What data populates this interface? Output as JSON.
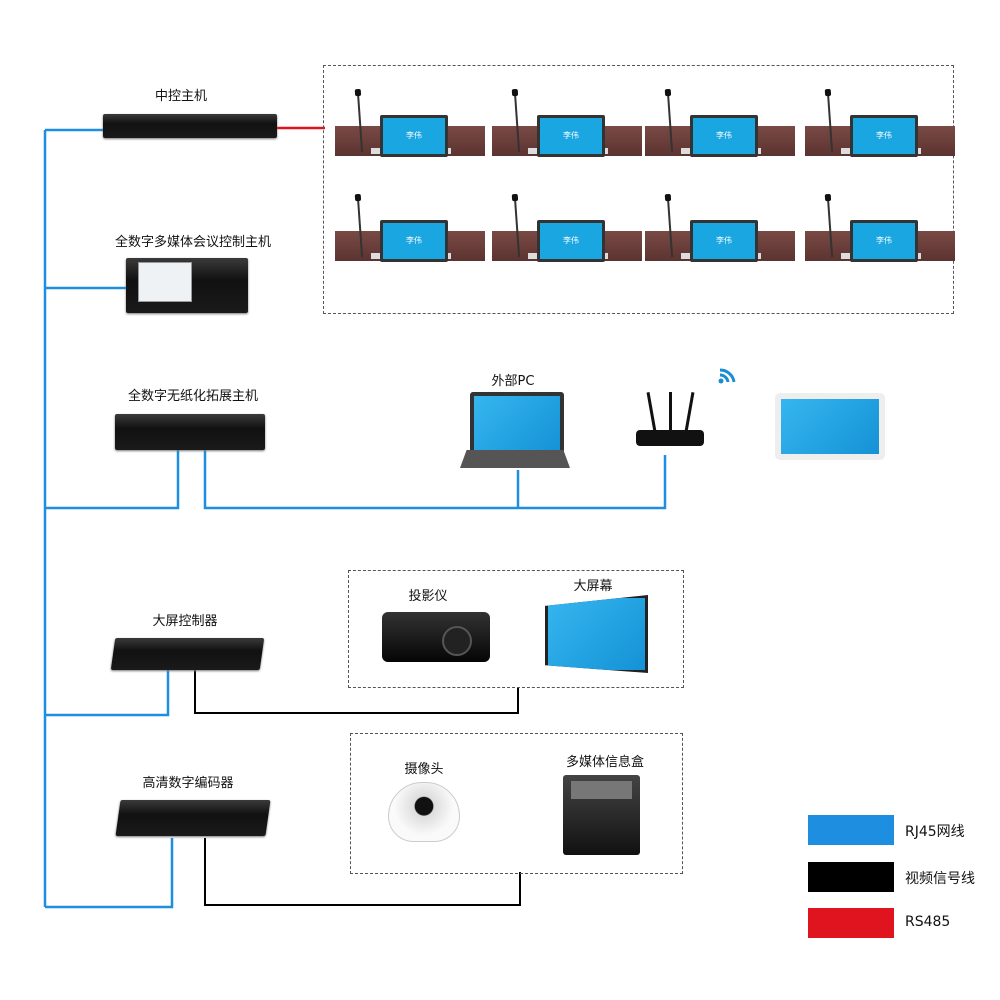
{
  "colors": {
    "rj45": "#1e8fe0",
    "video": "#000000",
    "rs485": "#e0141e",
    "desk": "#6b3d39",
    "screen": "#1aa6e0"
  },
  "devices": {
    "central_control": "中控主机",
    "multimedia_host": "全数字多媒体会议控制主机",
    "paperless_expansion": "全数字无纸化拓展主机",
    "external_pc": "外部PC",
    "big_screen_controller": "大屏控制器",
    "projector": "投影仪",
    "big_screen": "大屏幕",
    "hd_encoder": "高清数字编码器",
    "camera": "摄像头",
    "media_box": "多媒体信息盒"
  },
  "desk_terminal": {
    "name": "李伟",
    "count": 8
  },
  "icons": [
    "router-icon",
    "wifi-icon",
    "tablet-icon",
    "laptop-icon",
    "projector-icon",
    "camera-icon",
    "microphone-icon"
  ],
  "legend": [
    {
      "label": "RJ45网线",
      "color": "#1e8fe0"
    },
    {
      "label": "视频信号线",
      "color": "#000000"
    },
    {
      "label": "RS485",
      "color": "#e0141e"
    }
  ]
}
